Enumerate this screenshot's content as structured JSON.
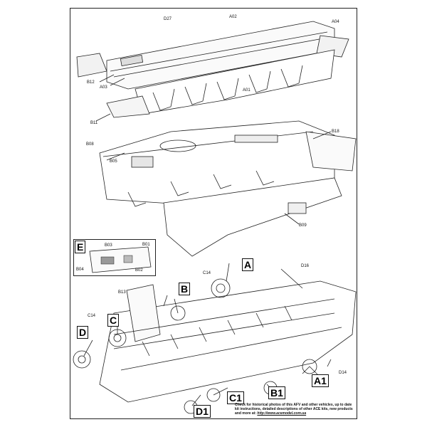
{
  "labels": {
    "d27": "D27",
    "a02": "A02",
    "a04": "A04",
    "b12": "B12",
    "a03": "A03",
    "a01": "A01",
    "b11": "B11",
    "b18": "B18",
    "b08": "B08",
    "b05": "B05",
    "b09": "B09",
    "b03": "B03",
    "b01": "B01",
    "b04": "B04",
    "b02": "B02",
    "c14a": "C14",
    "c14b": "C14",
    "b13": "B13",
    "d16": "D16",
    "d14": "D14"
  },
  "letters": {
    "e": "E",
    "a": "A",
    "b": "B",
    "c": "C",
    "d": "D",
    "d1": "D1",
    "c1": "C1",
    "b1": "B1",
    "a1": "A1"
  },
  "footer": {
    "line1": "Check for historical photos of this AFV and other vehicles, up to date",
    "line2": "kit instructions, detailed descriptions of other ACE kits, new products",
    "line3_prefix": "and more at:",
    "url": "http://www.acemodel.com.ua"
  }
}
